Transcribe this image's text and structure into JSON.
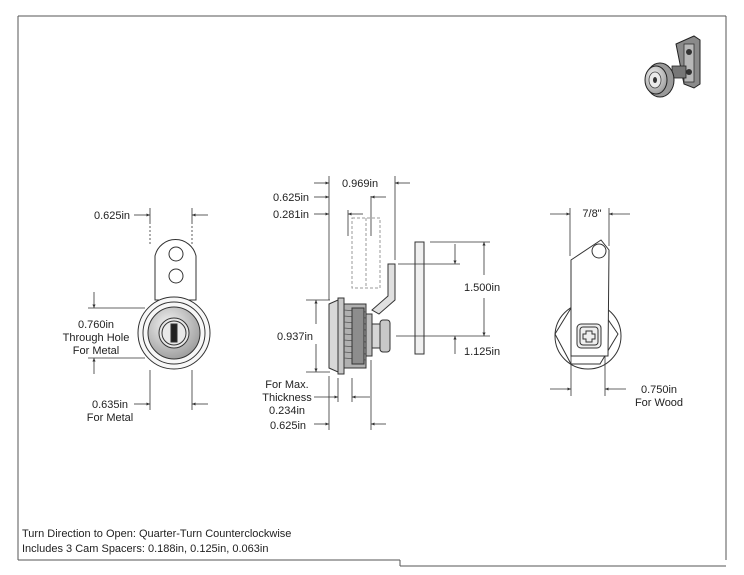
{
  "colors": {
    "line": "#333333",
    "metal": "#bdbdbd",
    "metal_dark": "#6e6e6e",
    "border": "#555555"
  },
  "dims": {
    "front_width": "0.625in",
    "through_hole_1": "0.760in",
    "through_hole_2": "Through Hole",
    "through_hole_3": "For Metal",
    "bottom_1": "0.635in",
    "bottom_2": "For Metal",
    "side_overall": "0.969in",
    "side_a": "0.625in",
    "side_b": "0.281in",
    "side_height": "0.937in",
    "cam_height": "1.500in",
    "cam_offset": "1.125in",
    "thick_1": "For Max.",
    "thick_2": "Thickness",
    "thick_3": "0.234in",
    "side_bottom": "0.625in",
    "back_width": "7/8\"",
    "wood_1": "0.750in",
    "wood_2": "For Wood"
  },
  "notes": {
    "line1": "Turn Direction to Open: Quarter-Turn Counterclockwise",
    "line2": "Includes 3 Cam Spacers: 0.188in, 0.125in, 0.063in"
  },
  "icons": {
    "thumbnail": "cam-lock-3d-icon"
  }
}
